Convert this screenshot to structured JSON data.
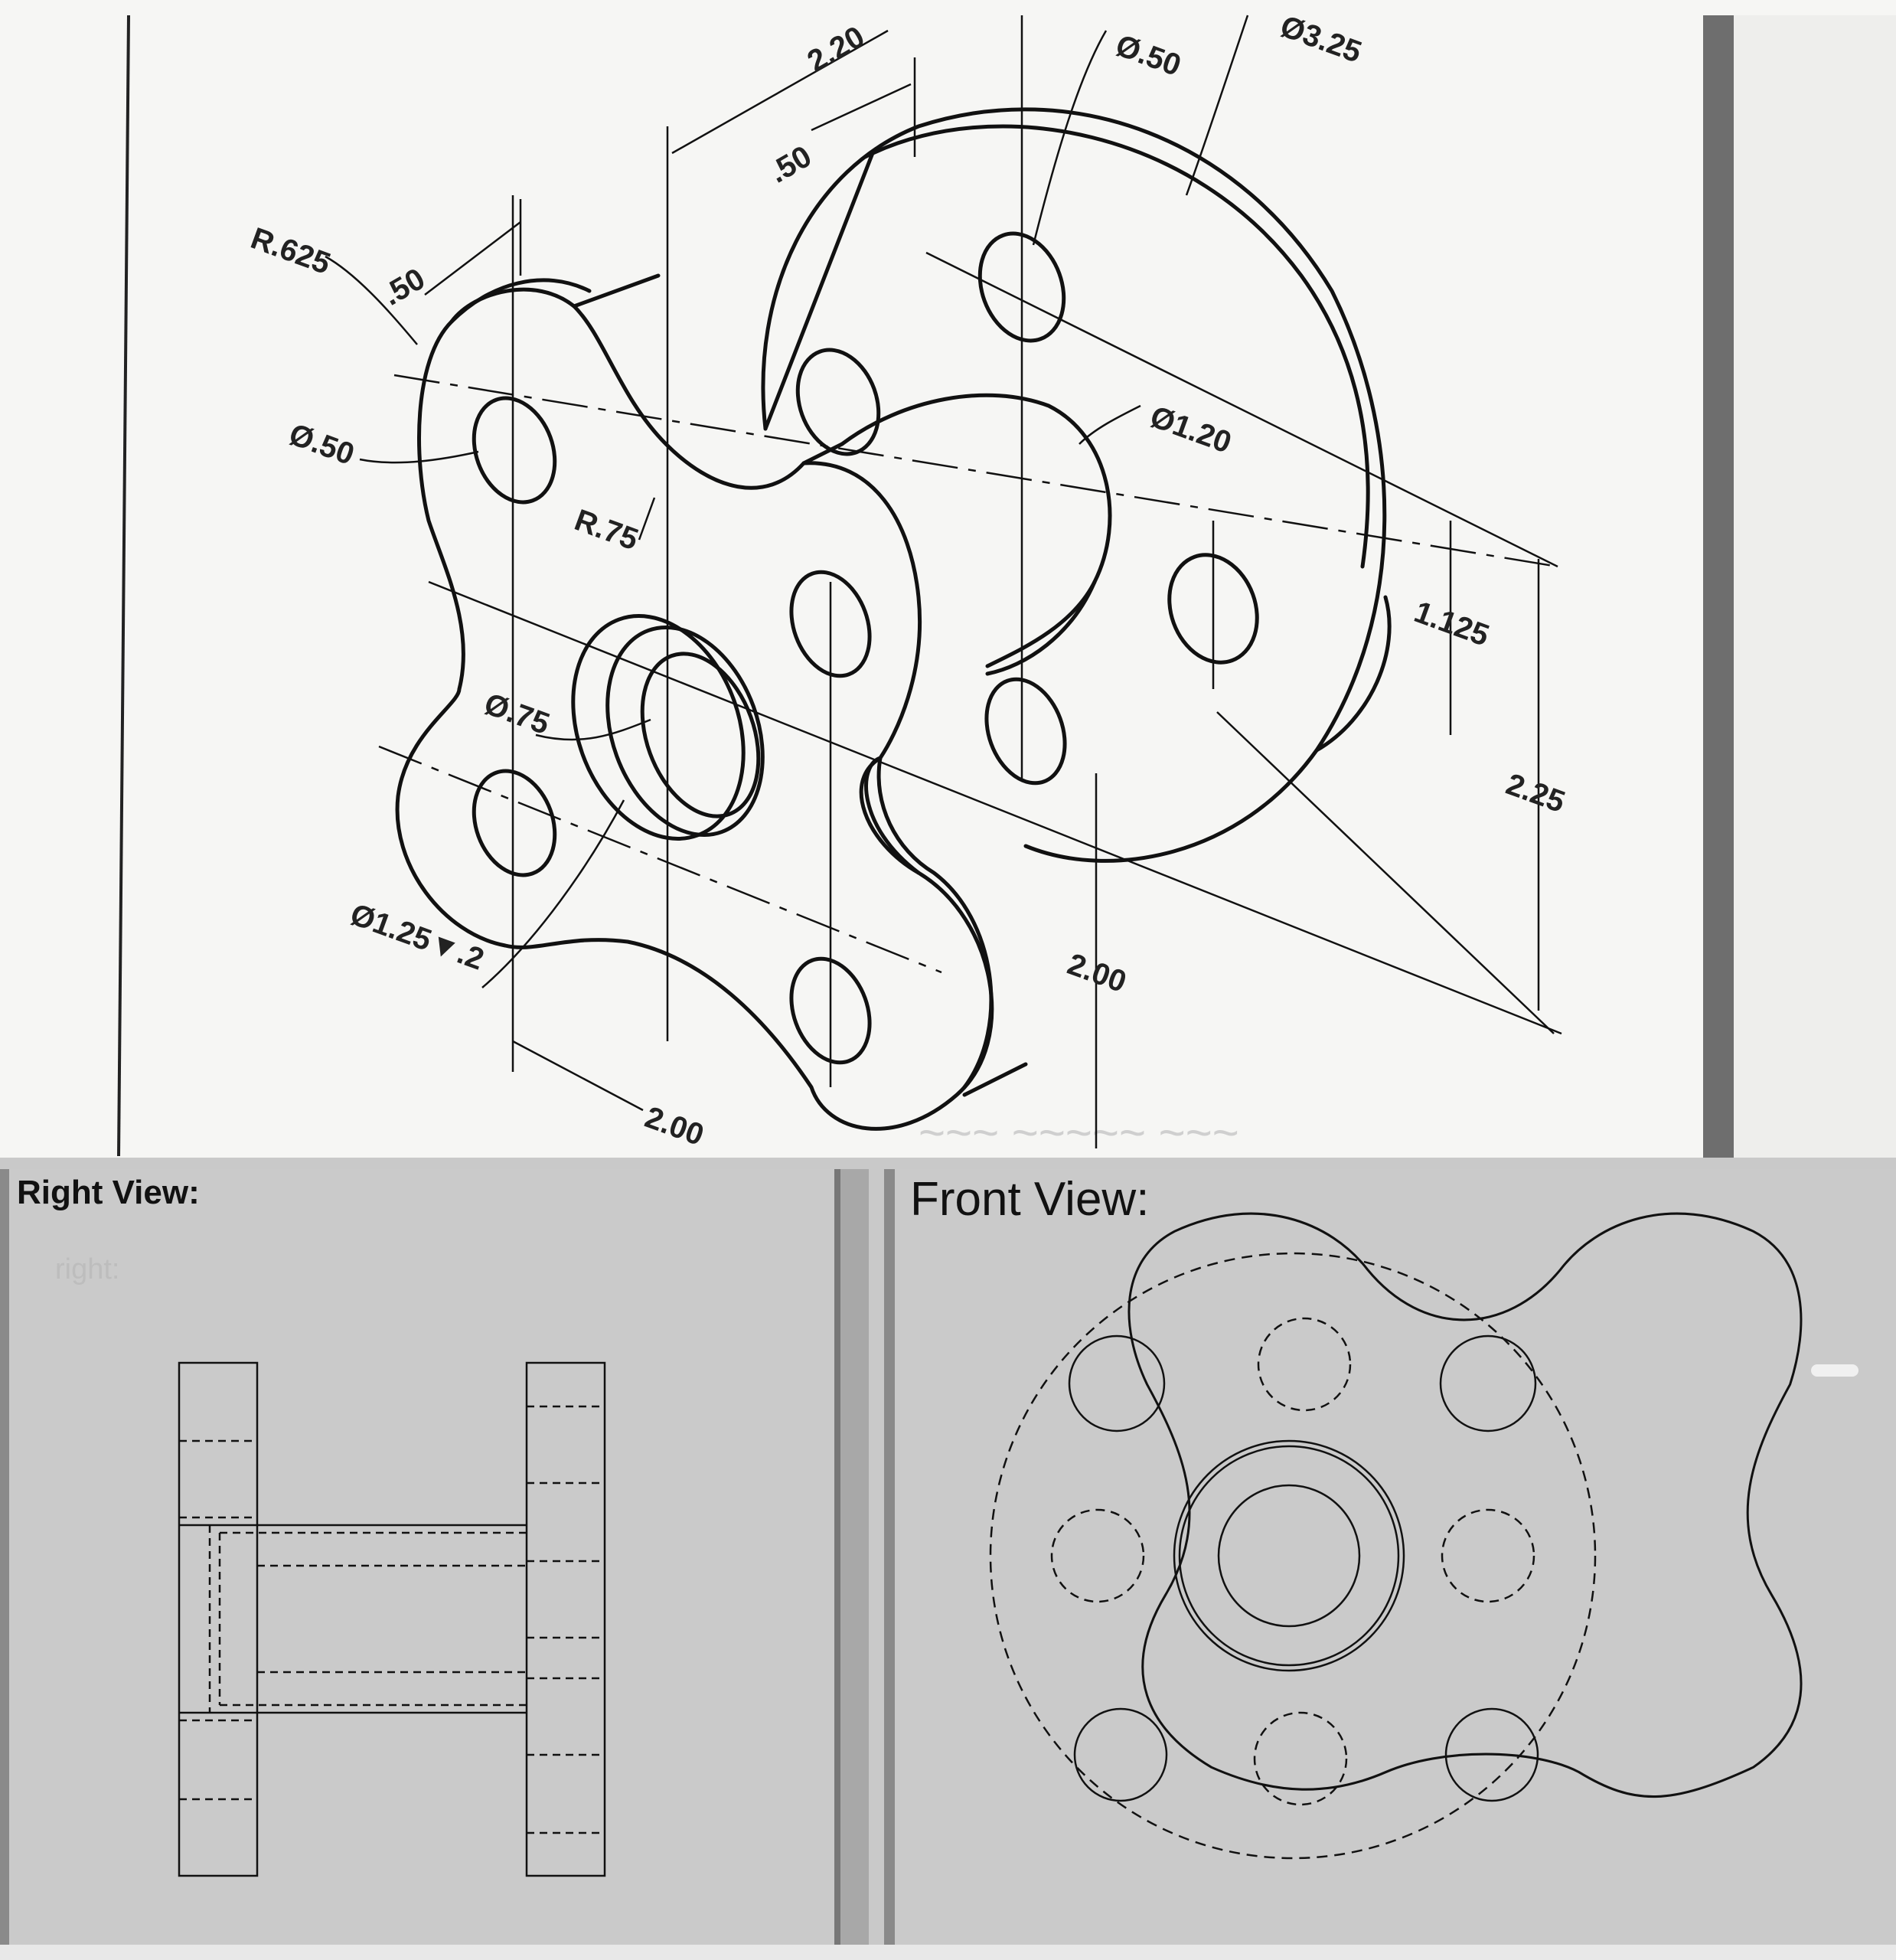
{
  "iso_drawing": {
    "dimensions": {
      "d_r625": "R.625",
      "d_50_top": ".50",
      "d_phi50_left": "Ø.50",
      "d_r75": "R.75",
      "d_phi75": "Ø.75",
      "d_phi125": "Ø1.25▼.2",
      "d_2_00_bottom": "2.00",
      "d_2_20": "2.20",
      "d_50_flange": ".50",
      "d_phi50_top": "Ø.50",
      "d_phi325": "Ø3.25",
      "d_phi120": "Ø1.20",
      "d_1125": "1.125",
      "d_225": "2.25",
      "d_2_00_vertical": "2.00"
    }
  },
  "right_view": {
    "title": "Right View:",
    "faint_label": "right:"
  },
  "front_view": {
    "title": "Front View:"
  }
}
